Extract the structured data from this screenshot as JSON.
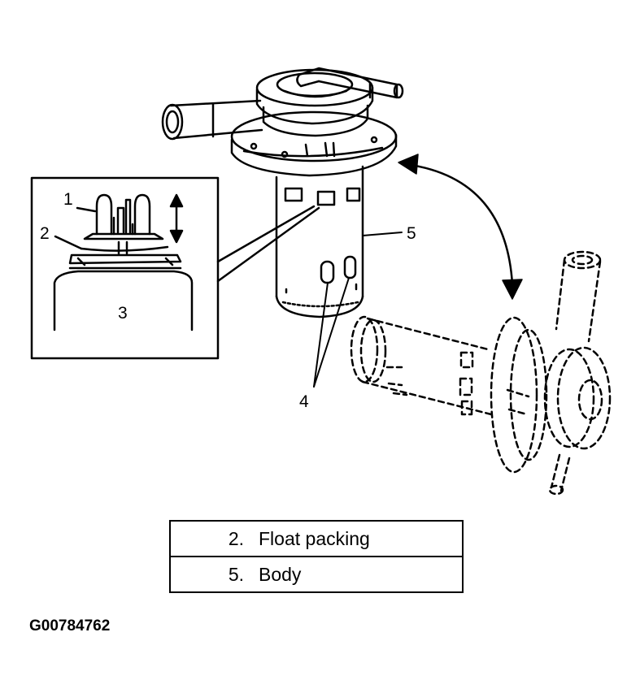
{
  "callouts": {
    "c1": "1",
    "c2": "2",
    "c3": "3",
    "c4": "4",
    "c5": "5"
  },
  "legend": [
    {
      "num": "2.",
      "label": "Float packing"
    },
    {
      "num": "5.",
      "label": "Body"
    }
  ],
  "figure_code": "G00784762"
}
